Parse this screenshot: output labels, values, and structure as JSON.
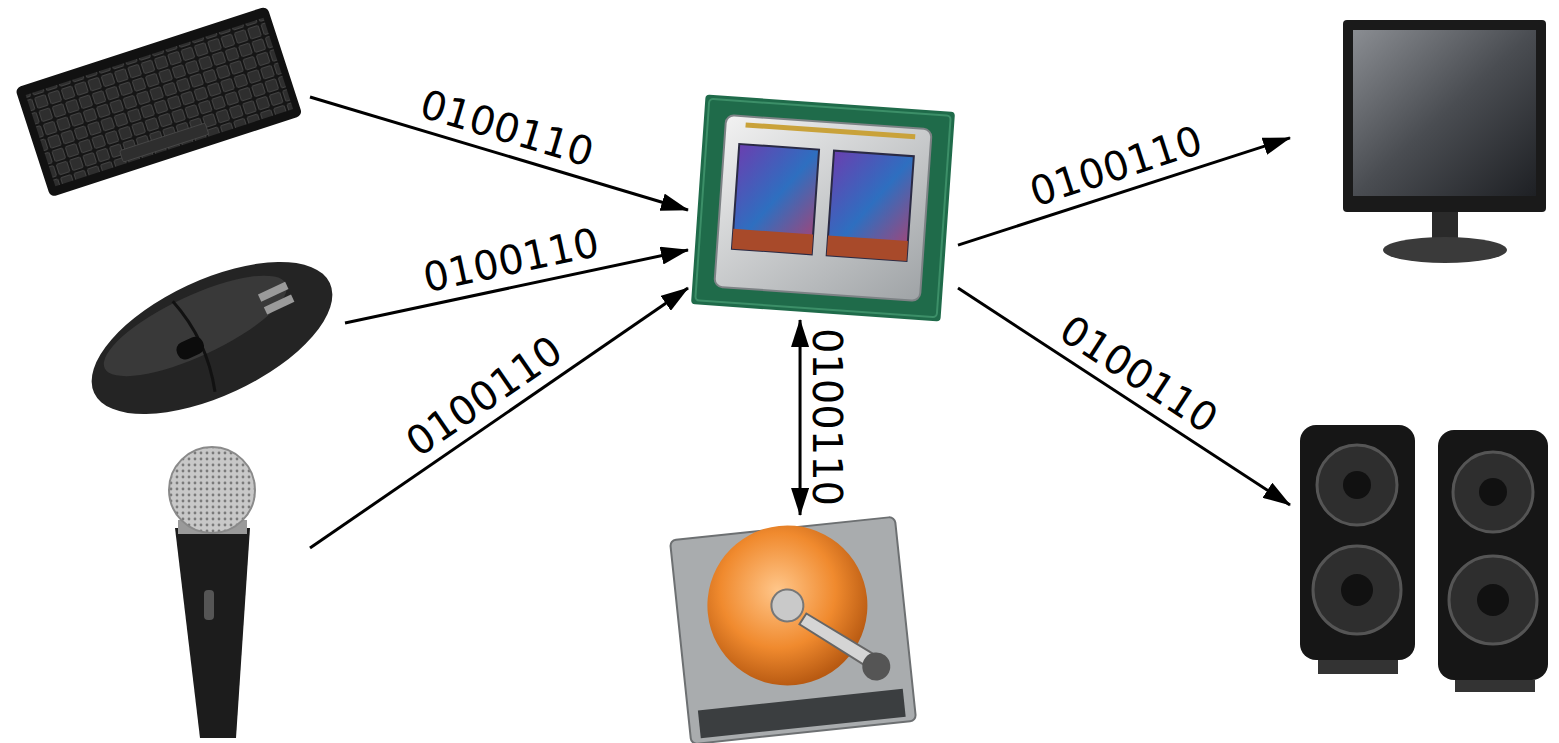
{
  "diagram": {
    "nodes": [
      {
        "text": []
      },
      {
        "text": []
      },
      {
        "text": []
      },
      {
        "text": []
      },
      {
        "text": []
      },
      {
        "text": []
      },
      {
        "text": []
      }
    ],
    "edges": [
      {
        "from": 0,
        "to": 3,
        "arrow": "to",
        "label": "0100110"
      },
      {
        "from": 1,
        "to": 3,
        "arrow": "to",
        "label": "0100110"
      },
      {
        "from": 2,
        "to": 3,
        "arrow": "to",
        "label": "0100110"
      },
      {
        "from": 3,
        "to": 4,
        "arrow": "both",
        "label": "0100110"
      },
      {
        "from": 3,
        "to": 5,
        "arrow": "to",
        "label": "0100110"
      },
      {
        "from": 3,
        "to": 6,
        "arrow": "to",
        "label": "0100110"
      }
    ]
  }
}
